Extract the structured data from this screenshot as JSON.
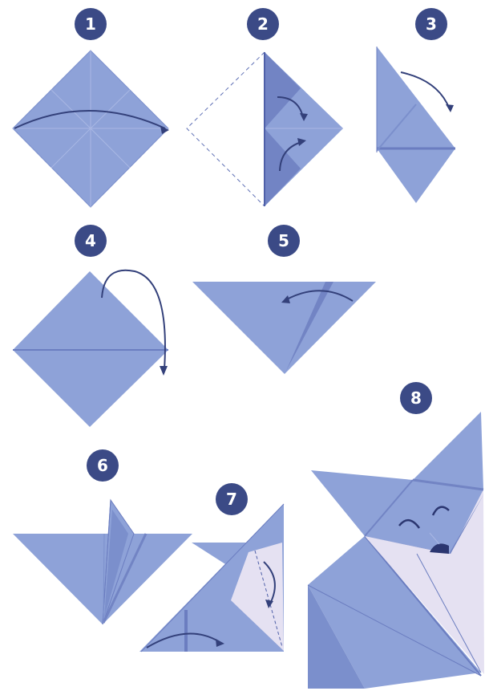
{
  "steps": [
    {
      "number": "1"
    },
    {
      "number": "2"
    },
    {
      "number": "3"
    },
    {
      "number": "4"
    },
    {
      "number": "5"
    },
    {
      "number": "6"
    },
    {
      "number": "7"
    },
    {
      "number": "8"
    }
  ],
  "colors": {
    "paper": "#8ea2d8",
    "paper_light": "#a5b4e1",
    "paper_dark": "#7284c4",
    "edge": "#5f70b5",
    "inner": "#e5e1f2",
    "badge": "#3b4a86",
    "arrow": "#33407a"
  }
}
